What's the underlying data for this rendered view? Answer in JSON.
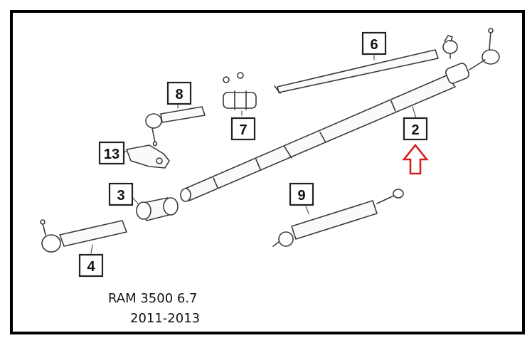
{
  "caption": {
    "model": "RAM 3500 6.7",
    "years": "2011-2013"
  },
  "callouts": [
    "6",
    "8",
    "7",
    "2",
    "13",
    "3",
    "9",
    "4"
  ],
  "colors": {
    "frame": "#000000",
    "line": "#3a3a3a",
    "arrow": "#d42020"
  },
  "highlight_icon": "up-arrow-icon"
}
